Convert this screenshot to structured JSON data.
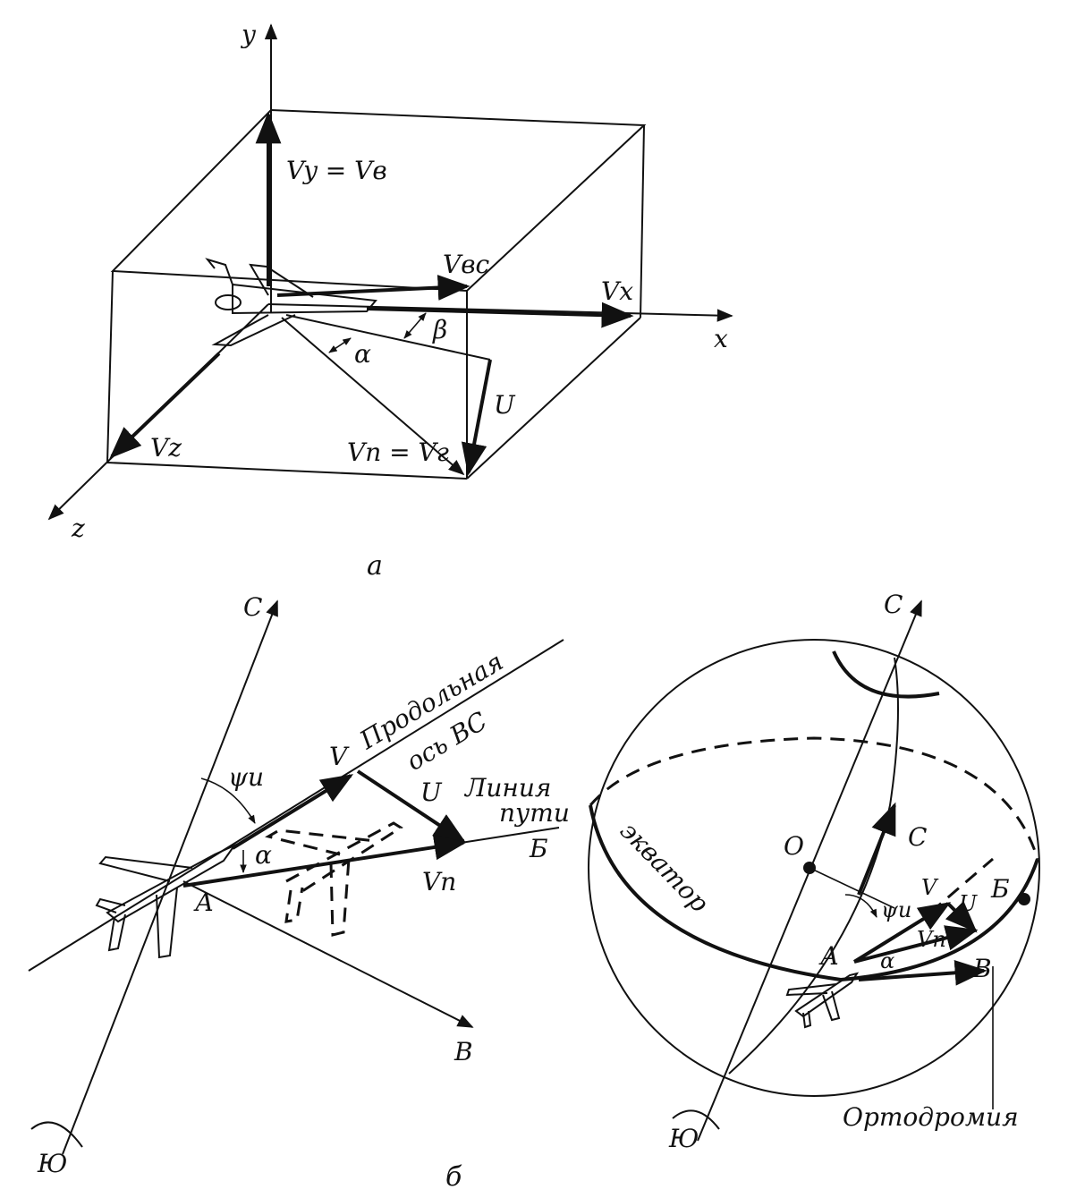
{
  "panel_a": {
    "caption": "а",
    "axis_y": "y",
    "axis_x": "x",
    "axis_z": "z",
    "vy_vb": "Vy = Vв",
    "vbc": "Vвс",
    "vx": "Vx",
    "vz": "Vz",
    "vp_vg": "Vп = Vг",
    "u": "U",
    "beta": "β",
    "alpha": "α"
  },
  "panel_b": {
    "caption": "б",
    "north": "С",
    "south": "Ю",
    "east": "В",
    "point_a": "А",
    "point_b": "Б",
    "psi": "ψи",
    "alpha": "α",
    "v_vec": "V",
    "u_vec": "U",
    "vp_vec": "Vп",
    "longitudinal_axis_1": "Продольная",
    "longitudinal_axis_2": "ось ВС",
    "track_line_1": "Линия",
    "track_line_2": "пути"
  },
  "panel_c": {
    "north_top": "С",
    "north_inner": "С",
    "south": "Ю",
    "center": "О",
    "equator": "экватор",
    "point_a": "А",
    "point_b": "Б",
    "point_v": "В",
    "psi": "ψи",
    "alpha": "α",
    "v_vec": "V",
    "u_vec": "U",
    "vp_vec": "Vп",
    "orthodrome": "Ортодромия"
  }
}
